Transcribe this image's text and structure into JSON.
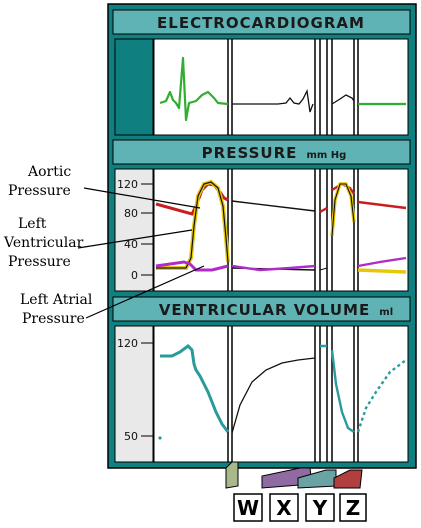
{
  "panels": {
    "ecg": {
      "title": "ELECTROCARDIOGRAM"
    },
    "pressure": {
      "title": "PRESSURE",
      "unit": "mm Hg",
      "ticks": [
        "120",
        "80",
        "40",
        "0"
      ]
    },
    "volume": {
      "title": "VENTRICULAR VOLUME",
      "unit": "ml",
      "ticks": [
        "120",
        "50"
      ]
    }
  },
  "annotations": {
    "aortic": [
      "Aortic",
      "Pressure"
    ],
    "lv": [
      "Left",
      "Ventricular",
      "Pressure"
    ],
    "la": [
      "Left Atrial",
      "Pressure"
    ]
  },
  "tabs": [
    "W",
    "X",
    "Y",
    "Z"
  ],
  "colors": {
    "frame": "#000000",
    "panel_bg": "#0f7f80",
    "header_bg": "#5fb3b5",
    "plot_bg": "#ffffff",
    "ecg": "#2fae2f",
    "aortic": "#c81e1e",
    "lv": "#e6c80a",
    "la": "#b02cc8",
    "volume": "#2a9a9a",
    "trace_dark": "#111111"
  }
}
